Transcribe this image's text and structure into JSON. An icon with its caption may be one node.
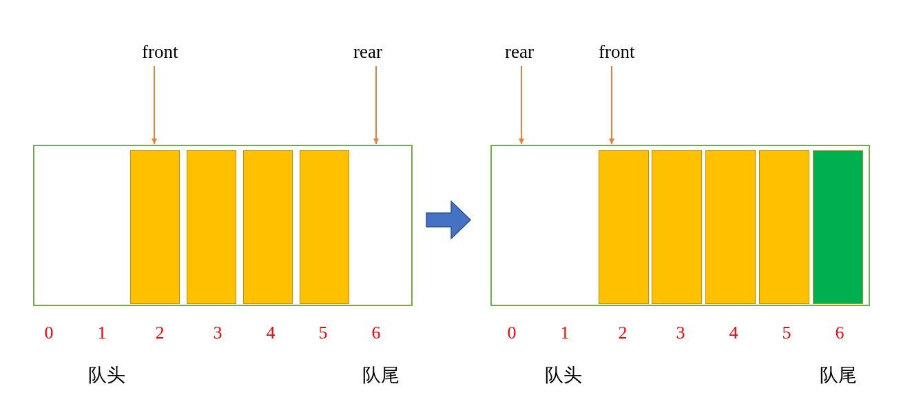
{
  "diagram": {
    "nodes": [
      {
        "text": [
          "front"
        ]
      },
      {
        "text": [
          "rear"
        ]
      },
      {
        "text": [
          "rear"
        ]
      },
      {
        "text": [
          "front"
        ]
      },
      {
        "text": [],
        "shape": "box"
      },
      {
        "text": [],
        "shape": "bar",
        "in": 4
      },
      {
        "text": [],
        "shape": "bar",
        "in": 4
      },
      {
        "text": [],
        "shape": "bar",
        "in": 4
      },
      {
        "text": [],
        "shape": "bar",
        "in": 4
      },
      {
        "text": [],
        "shape": "box"
      },
      {
        "text": [],
        "shape": "bar",
        "in": 9
      },
      {
        "text": [],
        "shape": "bar",
        "in": 9
      },
      {
        "text": [],
        "shape": "bar",
        "in": 9
      },
      {
        "text": [],
        "shape": "bar",
        "in": 9
      },
      {
        "text": [],
        "shape": "bar",
        "in": 9
      }
    ],
    "edges": [
      {
        "from": 0,
        "to": 4,
        "arrow": "to"
      },
      {
        "from": 1,
        "to": 4,
        "arrow": "to"
      },
      {
        "from": 2,
        "to": 9,
        "arrow": "to"
      },
      {
        "from": 3,
        "to": 9,
        "arrow": "to"
      },
      {
        "from": 4,
        "to": 9,
        "arrow": "to",
        "style": "thick",
        "color": "#4472c4"
      }
    ],
    "labels": [
      "0",
      "1",
      "2",
      "3",
      "4",
      "5",
      "6",
      "0",
      "1",
      "2",
      "3",
      "4",
      "5",
      "6",
      "队头",
      "队尾",
      "队头",
      "队尾"
    ]
  }
}
